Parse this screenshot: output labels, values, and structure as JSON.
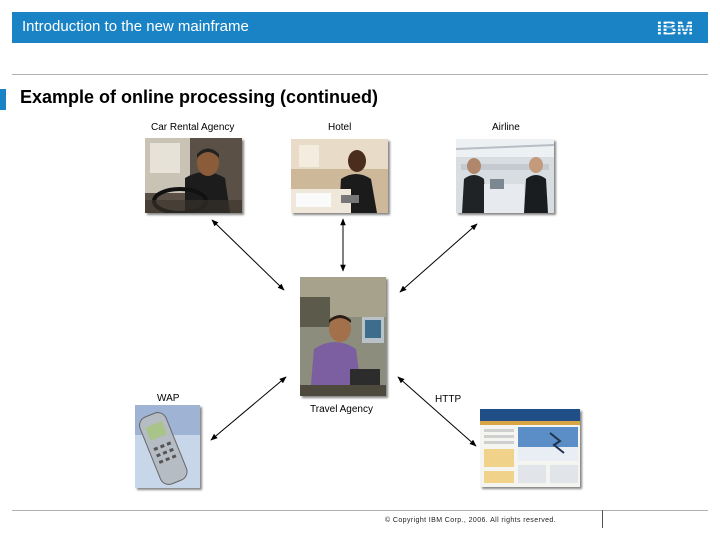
{
  "header": {
    "title": "Introduction to the new mainframe",
    "logo_text": "IBM",
    "bar_color": "#1a83c6"
  },
  "slide": {
    "title": "Example of online processing (continued)"
  },
  "diagram": {
    "nodes": {
      "car_rental": "Car Rental Agency",
      "hotel": "Hotel",
      "airline": "Airline",
      "travel_agency": "Travel Agency",
      "wap": "WAP",
      "http": "HTTP"
    },
    "connections": [
      [
        "travel_agency",
        "car_rental"
      ],
      [
        "travel_agency",
        "hotel"
      ],
      [
        "travel_agency",
        "airline"
      ],
      [
        "travel_agency",
        "wap"
      ],
      [
        "travel_agency",
        "http"
      ]
    ]
  },
  "footer": {
    "copyright": "© Copyright IBM Corp., 2006. All rights reserved."
  }
}
